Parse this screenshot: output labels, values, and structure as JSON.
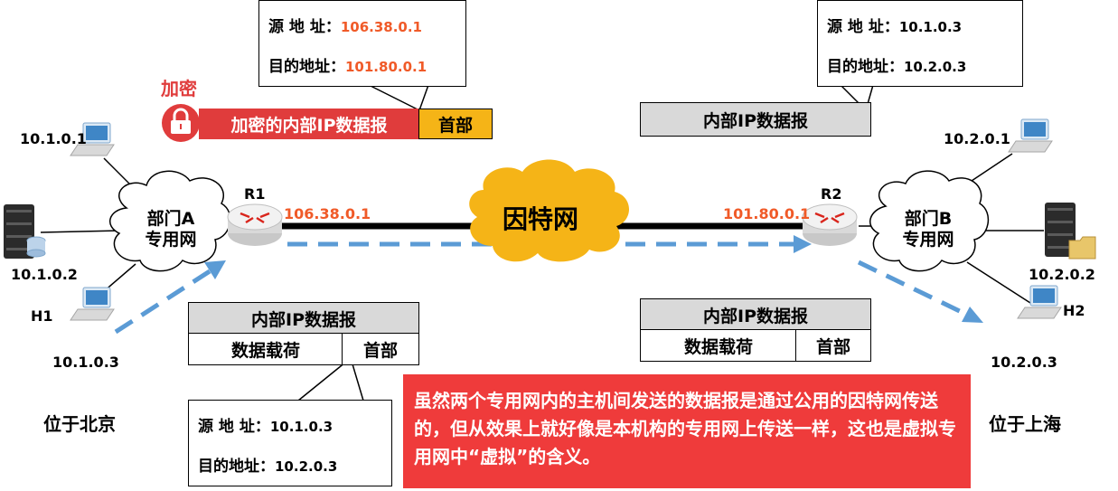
{
  "top_left_callout": {
    "src_label": "源 地 址：",
    "src_value": "106.38.0.1",
    "dst_label": "目的地址：",
    "dst_value": "101.80.0.1"
  },
  "top_right_callout": {
    "src_label": "源 地 址：",
    "src_value": "10.1.0.3",
    "dst_label": "目的地址：",
    "dst_value": "10.2.0.3"
  },
  "bottom_callout": {
    "src_label": "源 地 址：",
    "src_value": "10.1.0.3",
    "dst_label": "目的地址：",
    "dst_value": "10.2.0.3"
  },
  "encryption": {
    "label": "加密",
    "payload": "加密的内部IP数据报",
    "header": "首部"
  },
  "internal_datagram_top": {
    "label": "内部IP数据报"
  },
  "datagram_left": {
    "title": "内部IP数据报",
    "payload": "数据载荷",
    "header": "首部"
  },
  "datagram_right": {
    "title": "内部IP数据报",
    "payload": "数据载荷",
    "header": "首部"
  },
  "internet": {
    "label": "因特网"
  },
  "router_left": {
    "name": "R1",
    "public_ip": "106.38.0.1"
  },
  "router_right": {
    "name": "R2",
    "public_ip": "101.80.0.1"
  },
  "network_a": {
    "line1": "部门A",
    "line2": "专用网",
    "location": "位于北京"
  },
  "network_b": {
    "line1": "部门B",
    "line2": "专用网",
    "location": "位于上海"
  },
  "hosts_a": {
    "top": "10.1.0.1",
    "server": "10.1.0.2",
    "h1_name": "H1",
    "h1_ip": "10.1.0.3"
  },
  "hosts_b": {
    "top": "10.2.0.1",
    "server": "10.2.0.2",
    "h2_name": "H2",
    "h2_ip": "10.2.0.3"
  },
  "note": "虽然两个专用网内的主机间发送的数据报是通过公用的因特网传送的，但从效果上就好像是本机构的专用网上传送一样，这也是虚拟专用网中“虚拟”的含义。",
  "colors": {
    "accent_orange": "#f05a28",
    "internet_cloud": "#f5b417",
    "header_fill": "#f5b417",
    "arrow_blue": "#5b9bd5",
    "encrypt_red": "#e03c3c",
    "note_red": "#ef3b3b",
    "grey_box": "#d9d9d9"
  }
}
